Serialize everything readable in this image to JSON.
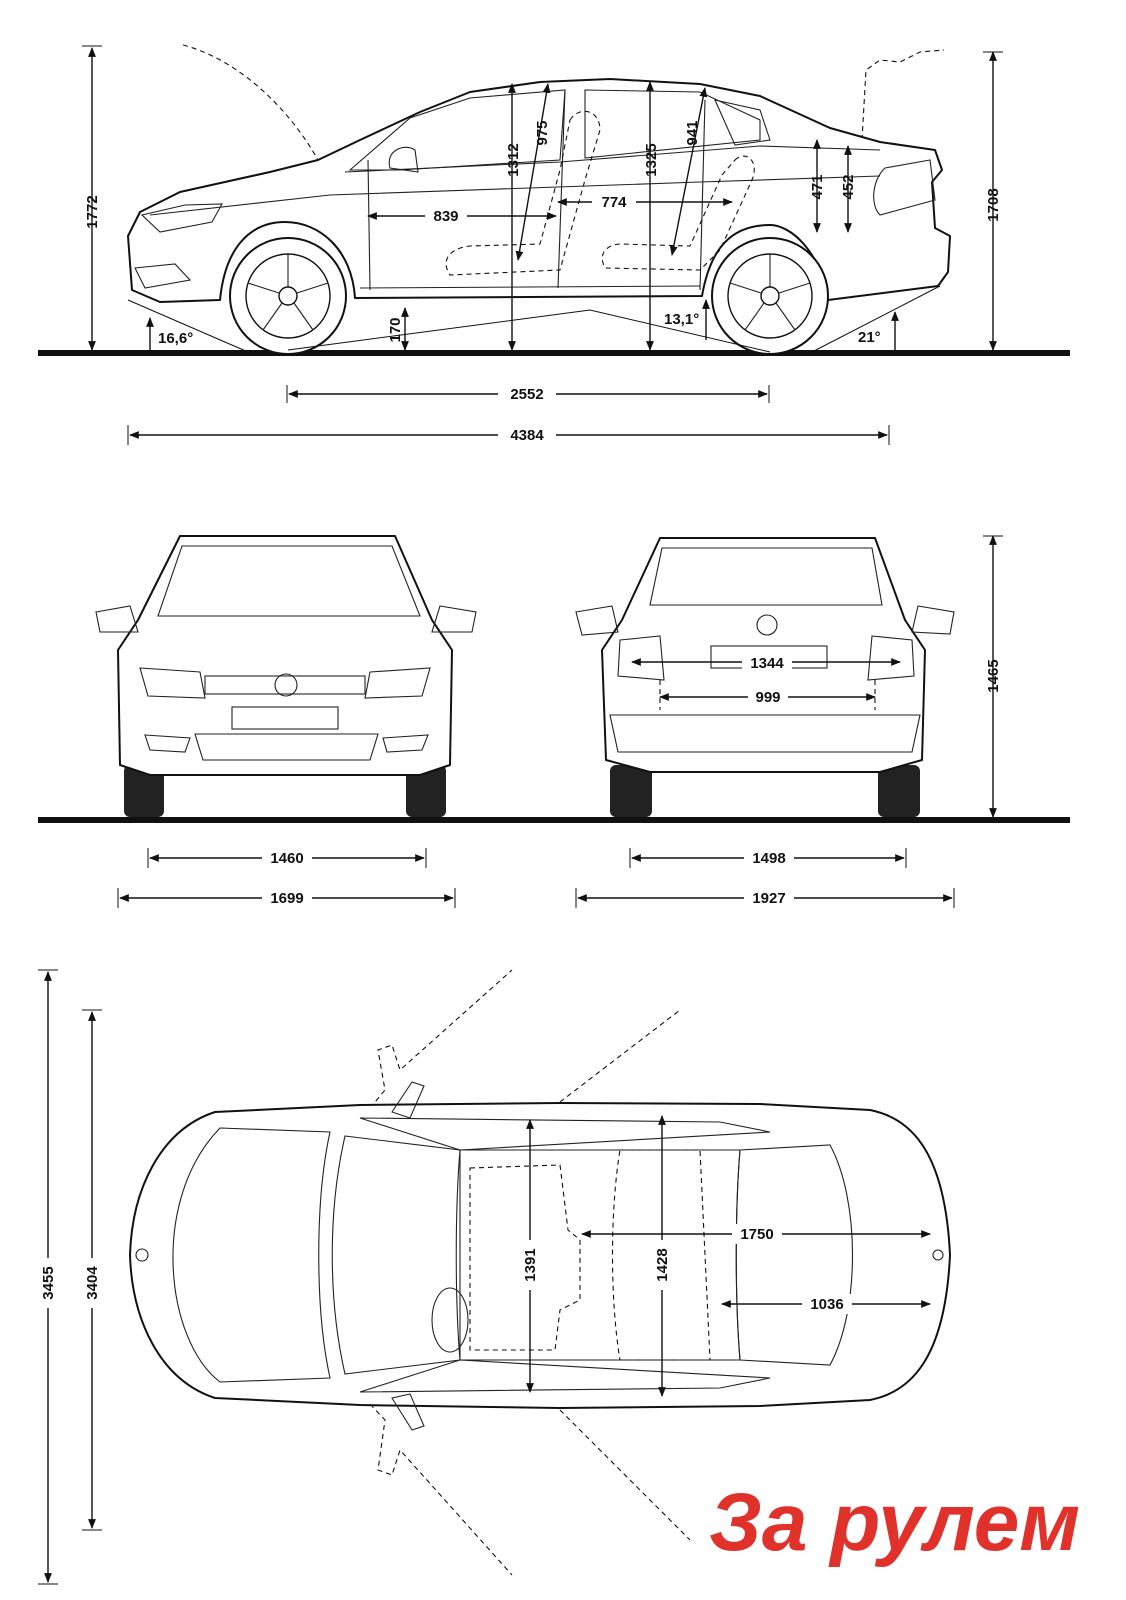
{
  "side_view": {
    "overall_height_door_open": "1772",
    "overall_height_trunk_open": "1708",
    "front_headroom": "975",
    "rear_headroom": "941",
    "front_seat_height": "1312",
    "rear_seat_height": "1325",
    "front_legroom": "839",
    "rear_legroom": "774",
    "trunk_opening_height": "471",
    "trunk_lid_height": "452",
    "approach_angle": "16,6°",
    "ground_clearance": "170",
    "breakover_angle": "13,1°",
    "departure_angle": "21°",
    "wheelbase": "2552",
    "overall_length": "4384"
  },
  "front_view": {
    "front_track": "1460",
    "body_width": "1699"
  },
  "rear_view": {
    "trunk_opening_width": "1344",
    "trunk_opening_lower_width": "999",
    "overall_height": "1465",
    "rear_track": "1498",
    "width_with_mirrors": "1927"
  },
  "top_view": {
    "width_doors_open_front": "3455",
    "width_doors_open_rear": "3404",
    "front_shoulder_width": "1391",
    "rear_shoulder_width": "1428",
    "trunk_length": "1750",
    "trunk_floor_length": "1036"
  },
  "watermark": "За рулем",
  "colors": {
    "watermark": "#e0312b",
    "lines": "#111111"
  }
}
